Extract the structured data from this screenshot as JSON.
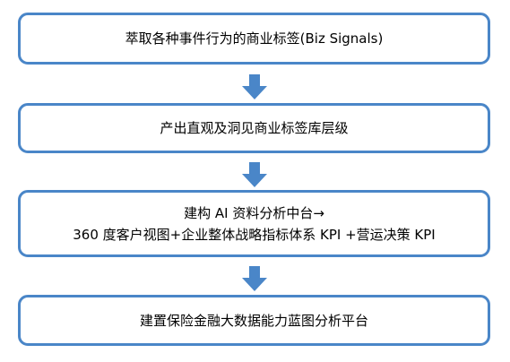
{
  "colors": {
    "border": "#4a86c8",
    "arrow": "#4a86c8",
    "text": "#000000",
    "background": "#ffffff"
  },
  "steps": [
    {
      "lines": [
        "萃取各种事件行为的商业标签(Biz Signals)"
      ]
    },
    {
      "lines": [
        "产出直观及洞见商业标签库层级"
      ]
    },
    {
      "lines": [
        "建构 AI 资料分析中台→",
        "360 度客户视图+企业整体战略指标体系 KPI +营运决策 KPI"
      ]
    },
    {
      "lines": [
        "建置保险金融大数据能力蓝图分析平台"
      ]
    }
  ],
  "arrows": [
    {
      "icon": "arrow-down-icon"
    },
    {
      "icon": "arrow-down-icon"
    },
    {
      "icon": "arrow-down-icon"
    }
  ]
}
